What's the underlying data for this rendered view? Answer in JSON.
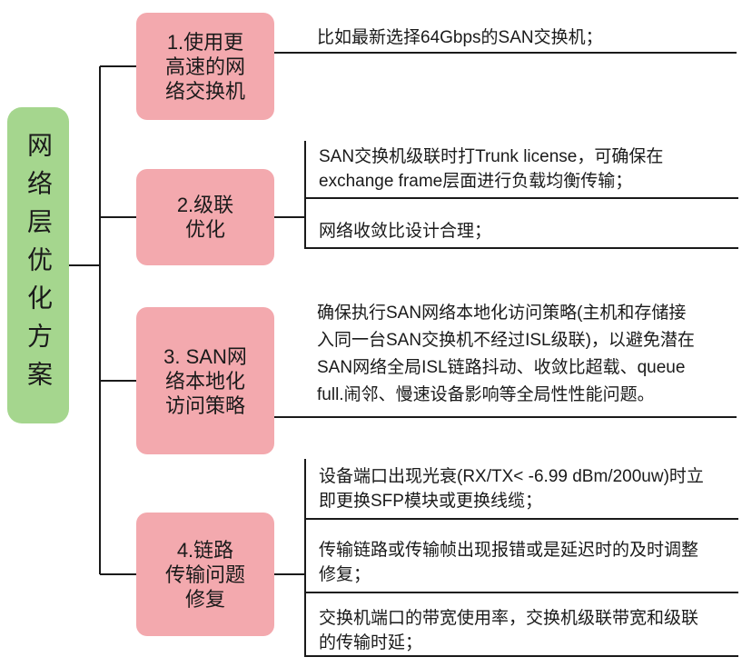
{
  "diagram_type": "mindmap-logic-chart",
  "colors": {
    "root_fill": "#a5d68e",
    "branch_fill": "#f3a9ae",
    "line": "#1a1a1a",
    "background": "#ffffff"
  },
  "root": {
    "label": "网络层优化方案"
  },
  "branches": [
    {
      "label": "1.使用更\n高速的网\n络交换机",
      "leaves": [
        {
          "text": "比如最新选择64Gbps的SAN交换机；"
        }
      ]
    },
    {
      "label": "2.级联\n优化",
      "leaves": [
        {
          "text": "SAN交换机级联时打Trunk license，可确保在\nexchange frame层面进行负载均衡传输；"
        },
        {
          "text": "网络收敛比设计合理；"
        }
      ]
    },
    {
      "label": "3. SAN网\n络本地化\n访问策略",
      "leaves": [
        {
          "text": "确保执行SAN网络本地化访问策略(主机和存储接\n入同一台SAN交换机不经过ISL级联)，以避免潜在\nSAN网络全局ISL链路抖动、收敛比超载、queue\nfull.闹邻、慢速设备影响等全局性性能问题。"
        }
      ]
    },
    {
      "label": "4.链路\n传输问题\n修复",
      "leaves": [
        {
          "text": "设备端口出现光衰(RX/TX< -6.99 dBm/200uw)时立\n即更换SFP模块或更换线缆；"
        },
        {
          "text": "传输链路或传输帧出现报错或是延迟时的及时调整\n修复；"
        },
        {
          "text": "交换机端口的带宽使用率，交换机级联带宽和级联\n的传输时延；"
        }
      ]
    }
  ]
}
